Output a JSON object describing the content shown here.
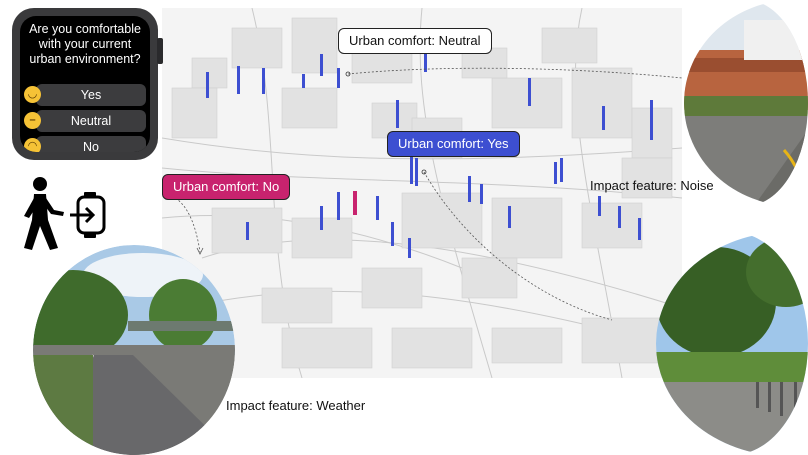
{
  "watch": {
    "question": "Are you comfortable with your current urban environment?",
    "options": [
      {
        "label": "Yes",
        "icon": "smile-face-icon"
      },
      {
        "label": "Neutral",
        "icon": "neutral-face-icon"
      },
      {
        "label": "No",
        "icon": "sad-face-icon"
      }
    ]
  },
  "labels": {
    "neutral": "Urban comfort: Neutral",
    "yes": "Urban comfort: Yes",
    "no": "Urban comfort: No"
  },
  "captions": {
    "noise": "Impact feature: Noise",
    "weather": "Impact feature: Weather"
  },
  "colors": {
    "yes": "#3d4fd1",
    "no": "#c8236e",
    "neutral_border": "#222222"
  },
  "icons": [
    "walking-person-icon",
    "arrow-into-watch-icon"
  ]
}
